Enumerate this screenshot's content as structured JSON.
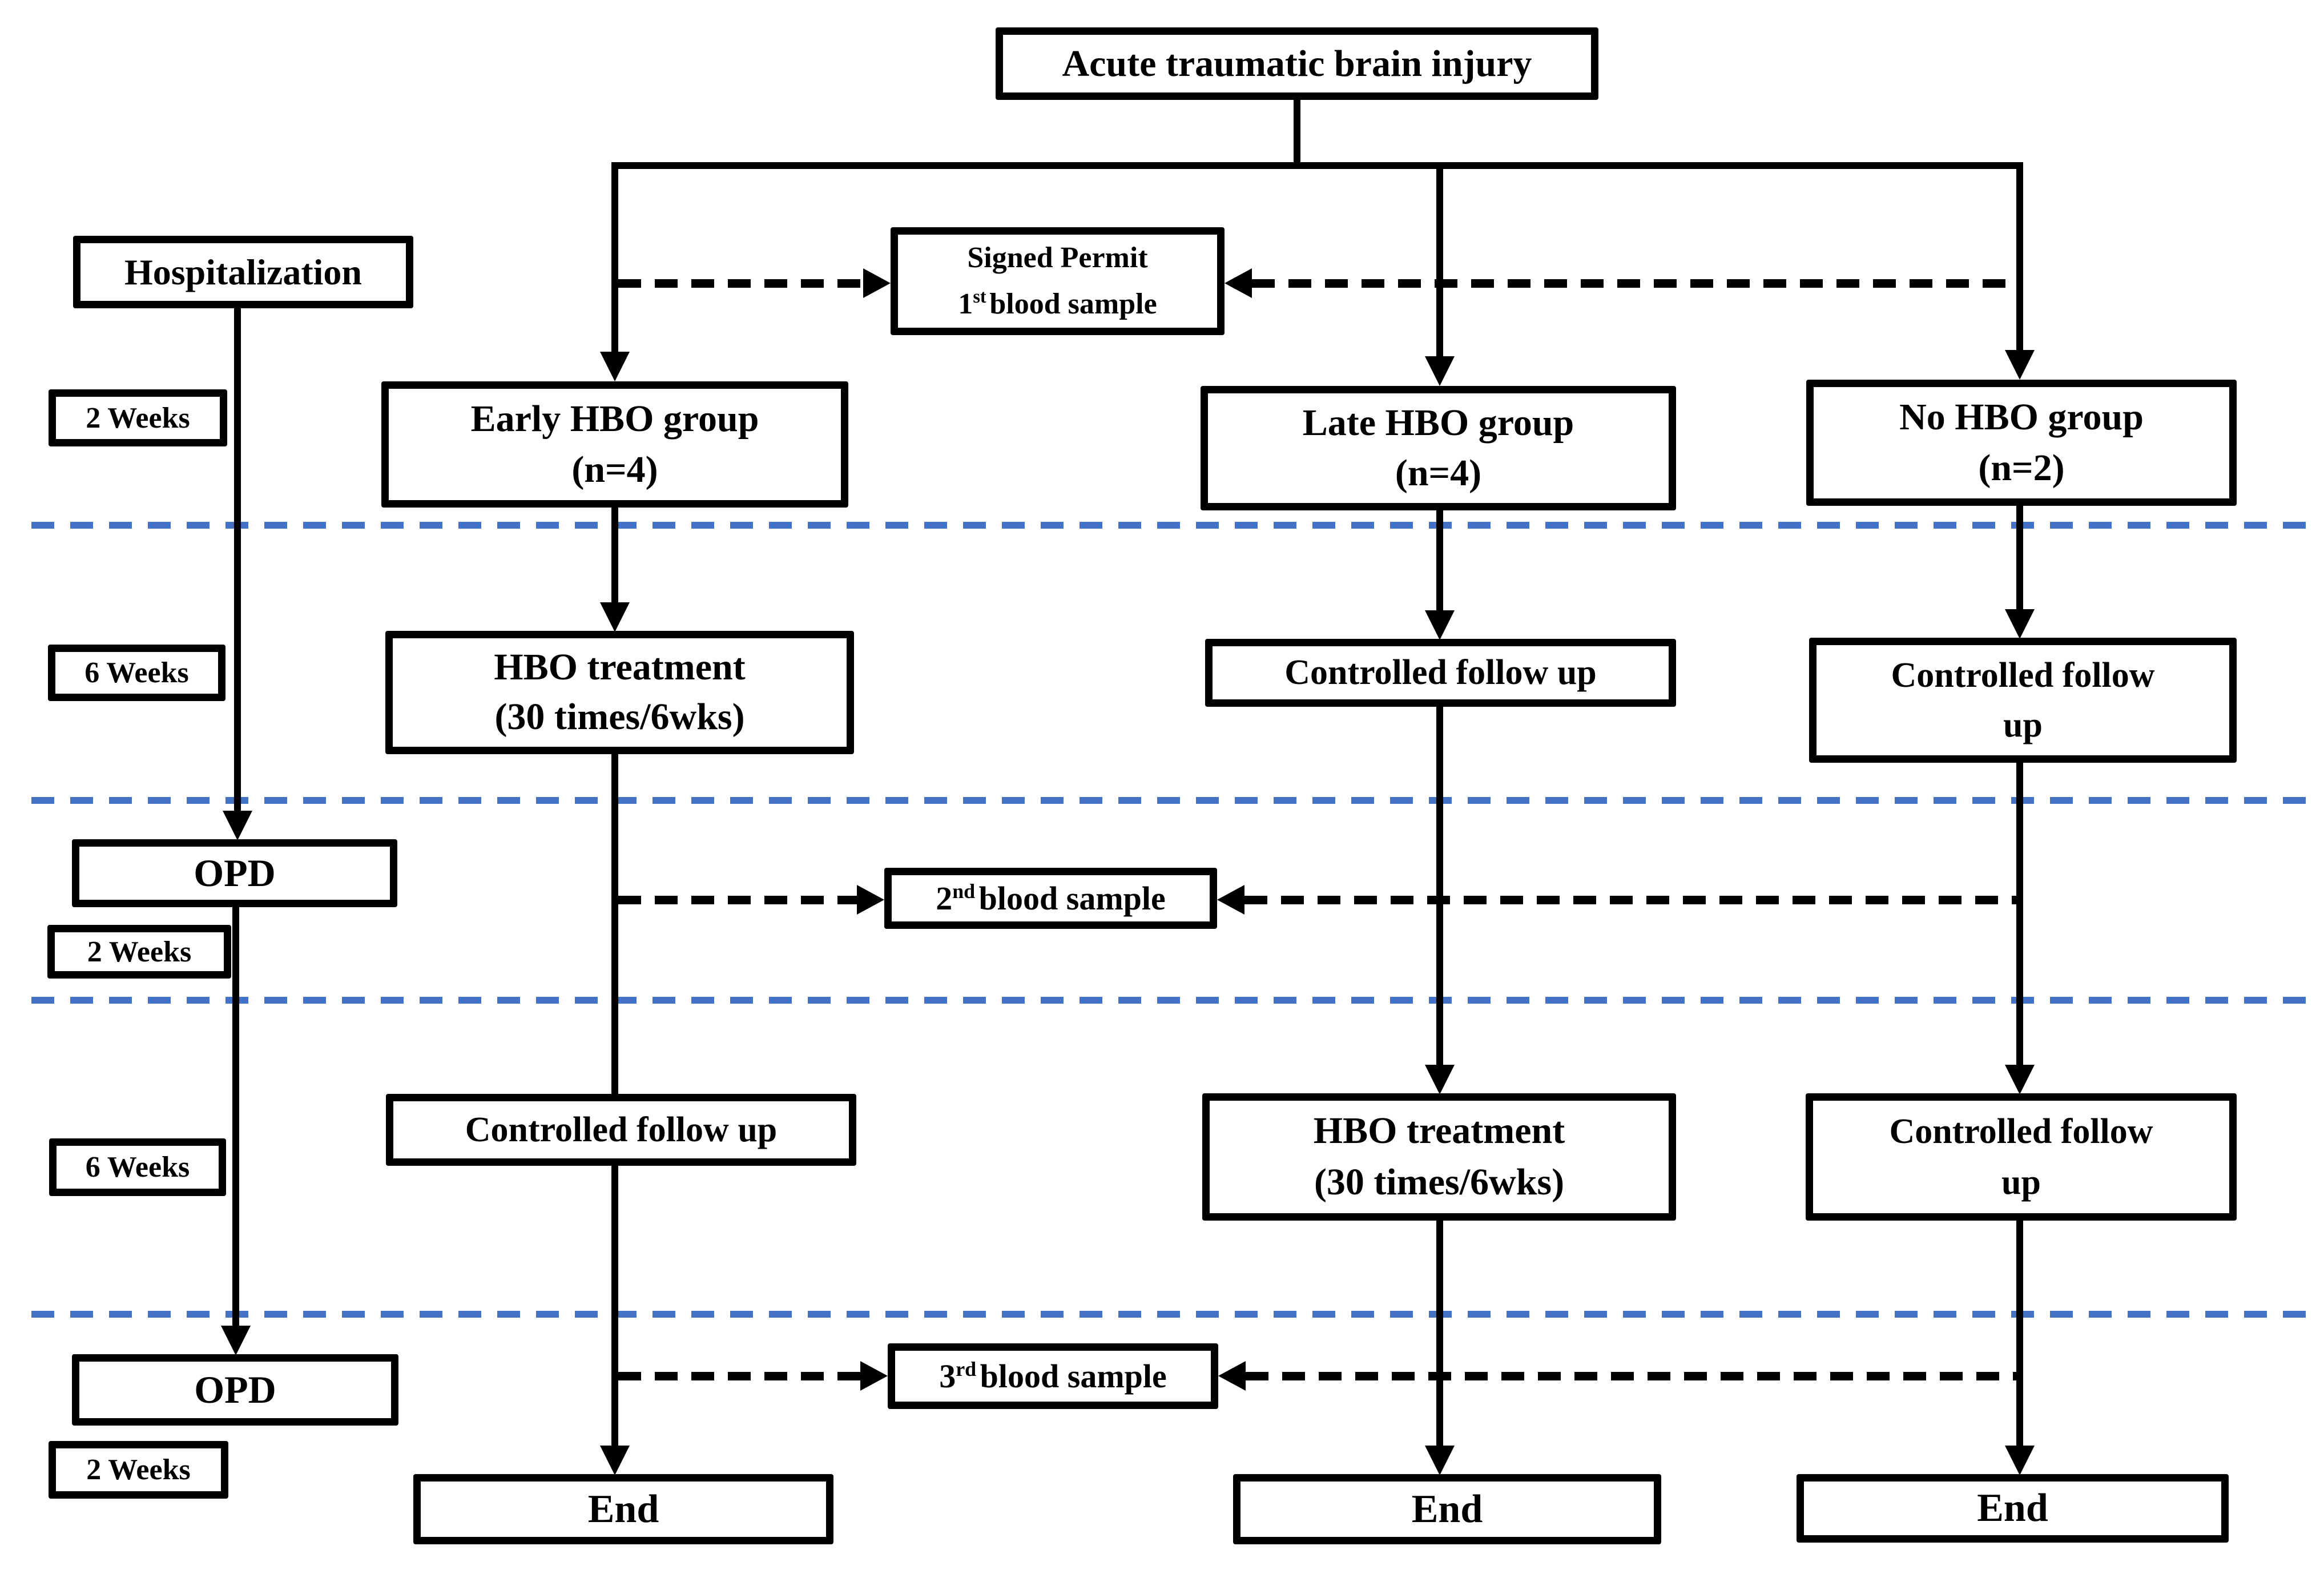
{
  "figure": {
    "root_label": "Acute traumatic brain injury"
  },
  "hospital_track": {
    "hospitalization": "Hospitalization",
    "opd1": "OPD",
    "opd2": "OPD"
  },
  "timeline": {
    "w2a": "2 Weeks",
    "w6a": "6 Weeks",
    "w2b": "2 Weeks",
    "w6b": "6 Weeks",
    "w2c": "2 Weeks"
  },
  "samples": {
    "permit_title": "Signed Permit",
    "s1_num": "1",
    "s1_sup": "st",
    "s1_text": "blood sample",
    "s2_num": "2",
    "s2_sup": "nd",
    "s2_text": "blood sample",
    "s3_num": "3",
    "s3_sup": "rd",
    "s3_text": "blood sample"
  },
  "early": {
    "group1": "Early HBO group",
    "group2": "(n=4)",
    "treat1": "HBO treatment",
    "treat2": "(30 times/6wks)",
    "followup": "Controlled follow up",
    "end": "End"
  },
  "late": {
    "group1": "Late HBO group",
    "group2": "(n=4)",
    "followup": "Controlled follow up",
    "treat1": "HBO treatment",
    "treat2": "(30 times/6wks)",
    "end": "End"
  },
  "no_hbo": {
    "group1": "No HBO group",
    "group2": "(n=2)",
    "followup1a": "Controlled follow",
    "followup1b": "up",
    "followup2a": "Controlled follow",
    "followup2b": "up",
    "end": "End"
  },
  "colors": {
    "ink": "#000000",
    "separator_blue": "#4472C4"
  }
}
